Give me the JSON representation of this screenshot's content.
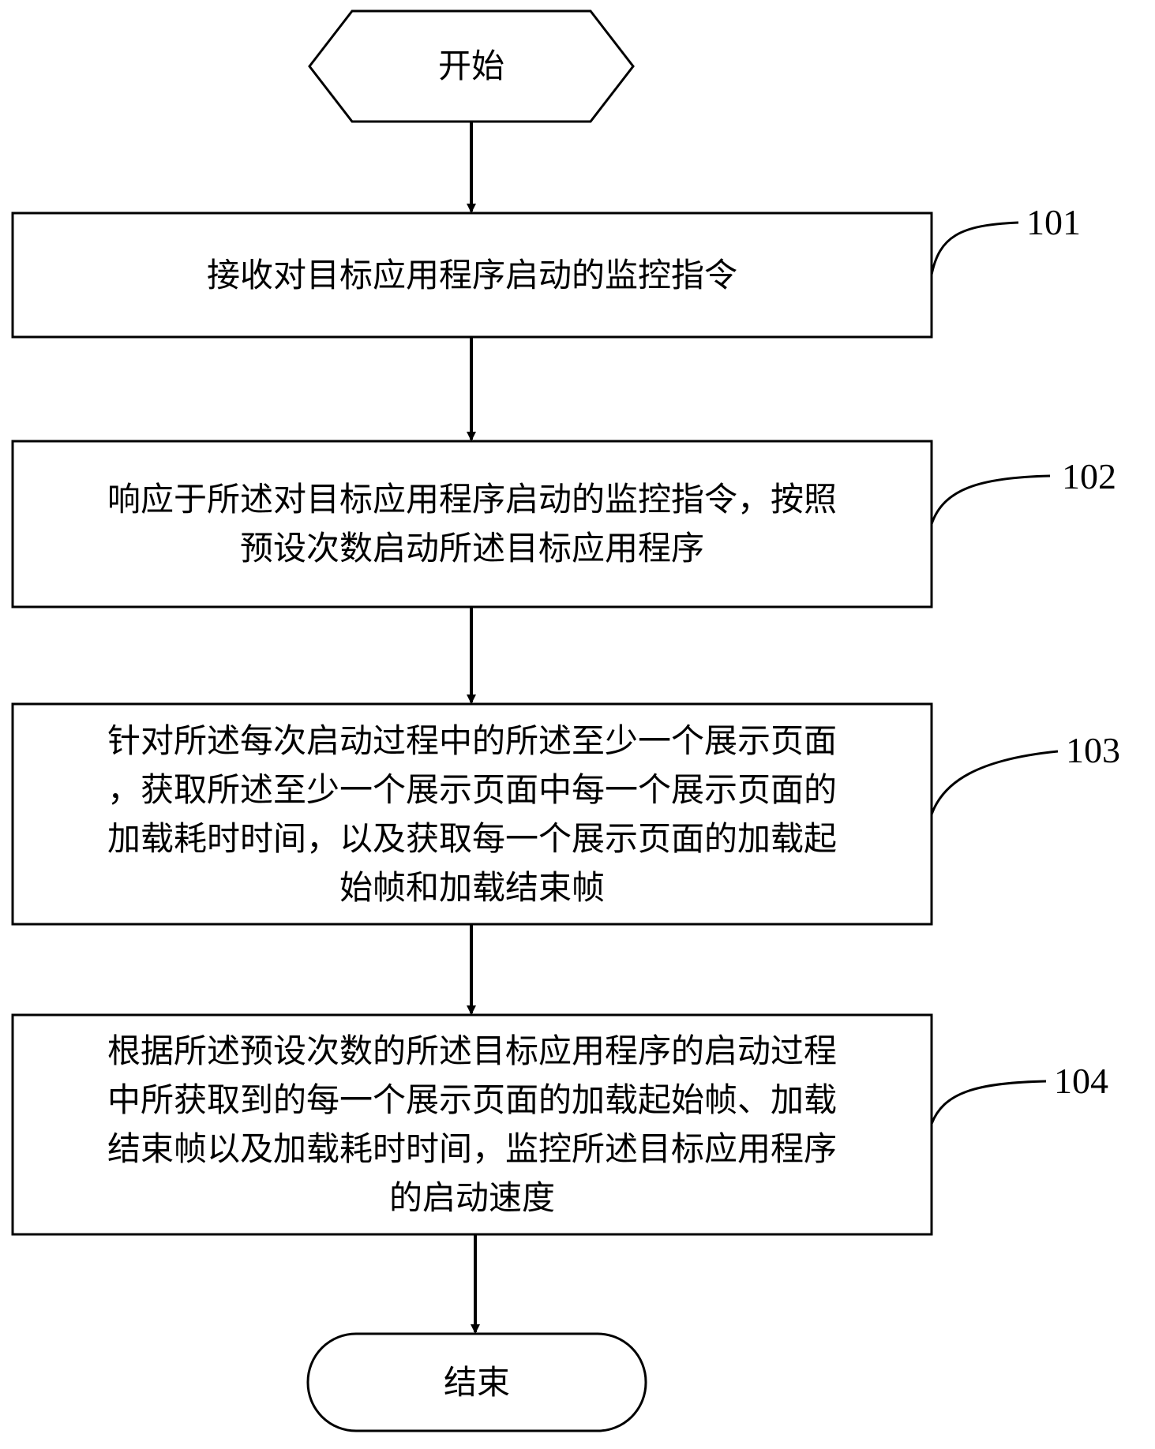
{
  "flowchart": {
    "start_label": "开始",
    "end_label": "结束",
    "steps": [
      {
        "id": "101",
        "lines": [
          "接收对目标应用程序启动的监控指令"
        ]
      },
      {
        "id": "102",
        "lines": [
          "响应于所述对目标应用程序启动的监控指令，按照",
          "预设次数启动所述目标应用程序"
        ]
      },
      {
        "id": "103",
        "lines": [
          "针对所述每次启动过程中的所述至少一个展示页面",
          "，获取所述至少一个展示页面中每一个展示页面的",
          "加载耗时时间，以及获取每一个展示页面的加载起",
          "始帧和加载结束帧"
        ]
      },
      {
        "id": "104",
        "lines": [
          "根据所述预设次数的所述目标应用程序的启动过程",
          "中所获取到的每一个展示页面的加载起始帧、加载",
          "结束帧以及加载耗时时间，监控所述目标应用程序",
          "的启动速度"
        ]
      }
    ]
  }
}
